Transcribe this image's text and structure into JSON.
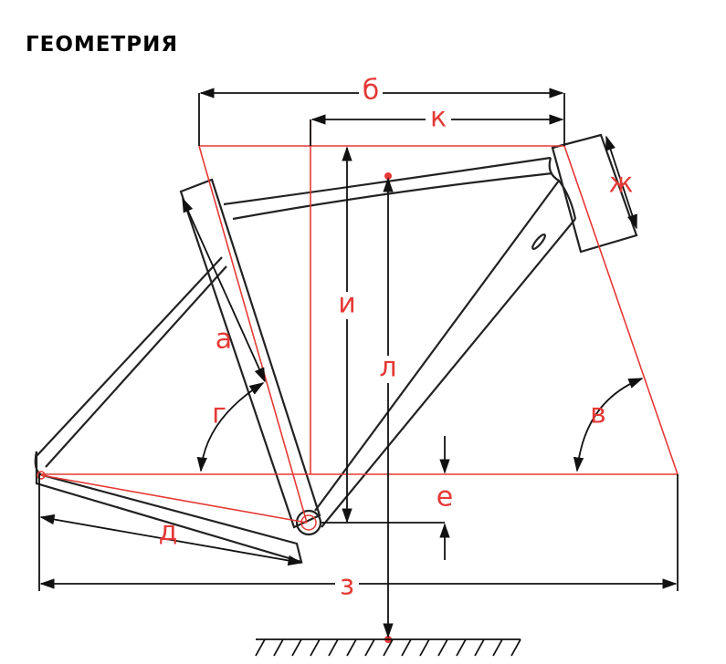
{
  "title": "ГЕОМЕТРИЯ",
  "labels": {
    "a": "а",
    "b": "б",
    "v": "в",
    "g": "г",
    "d": "д",
    "e": "е",
    "zh": "ж",
    "z": "з",
    "i": "и",
    "k": "к",
    "l": "л"
  },
  "colors": {
    "accent": "#e53935",
    "line": "#222222"
  }
}
